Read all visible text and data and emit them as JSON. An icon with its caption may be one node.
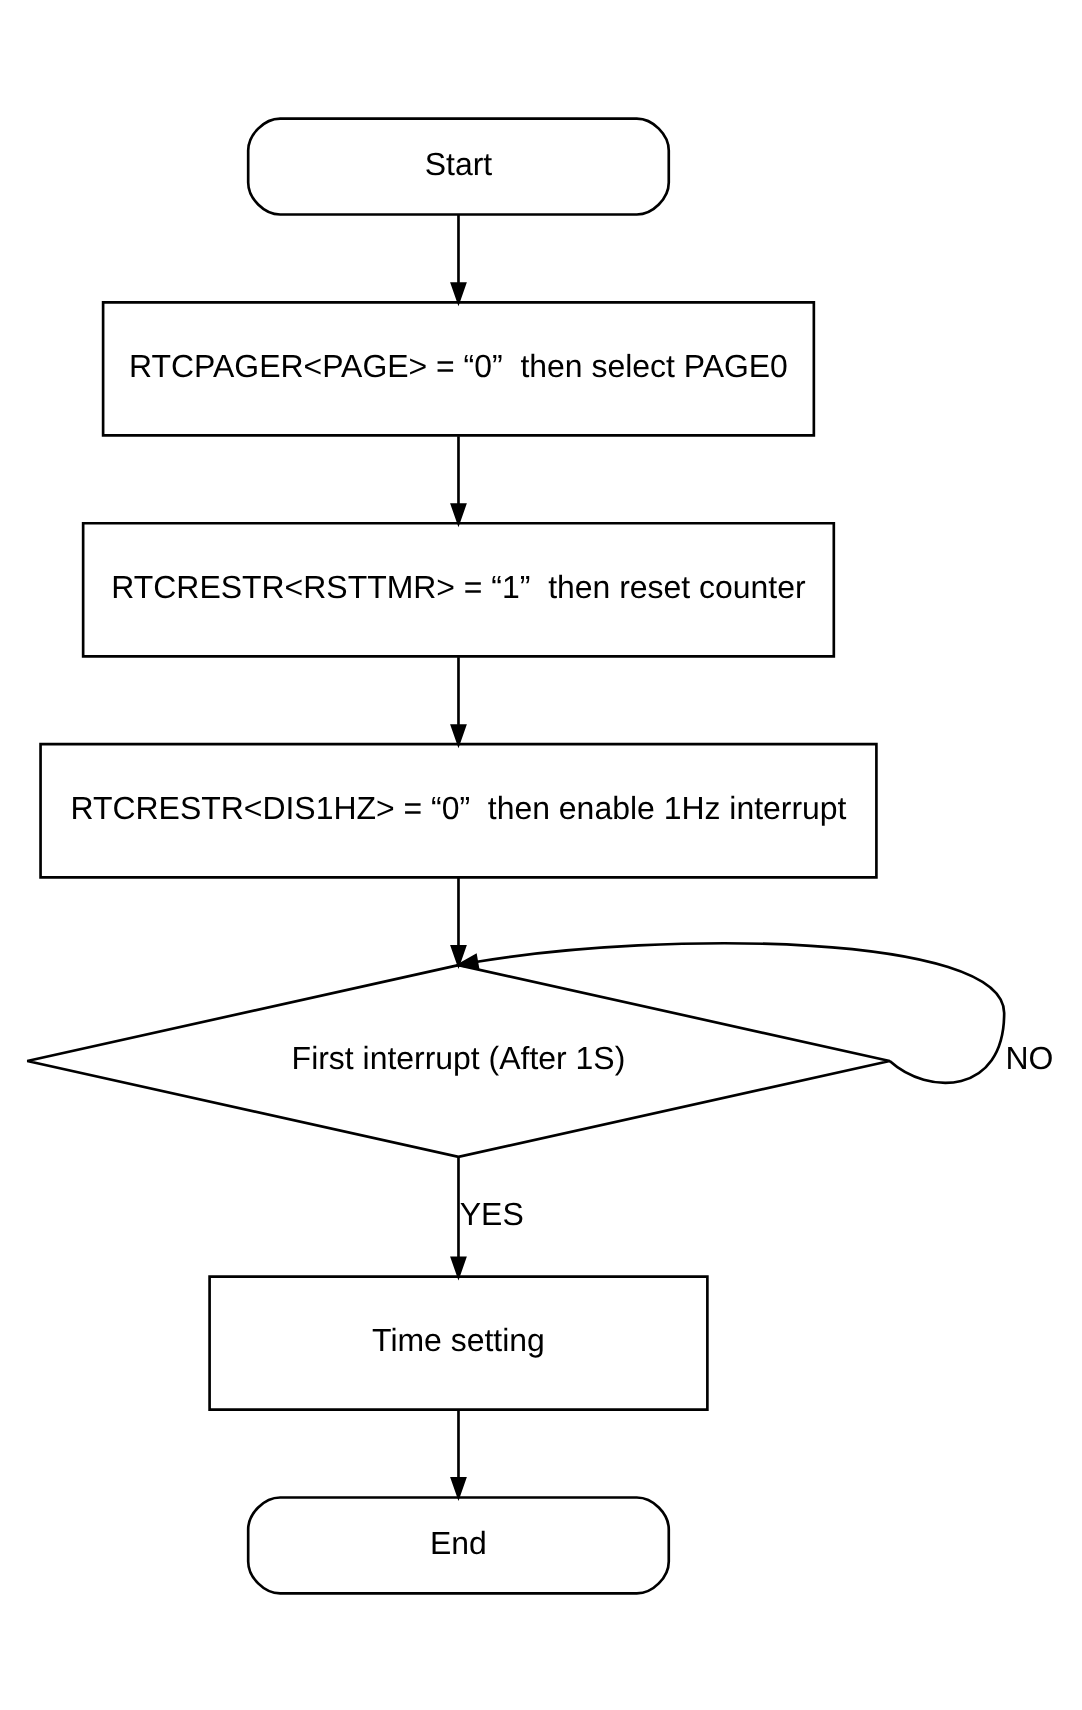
{
  "diagram": {
    "nodes": [
      {
        "text": [
          "Start"
        ]
      },
      {
        "text": [
          "RTCPAGER<PAGE> = “0”  then select PAGE0"
        ]
      },
      {
        "text": [
          "RTCRESTR<RSTTMR> = “1”  then reset counter"
        ]
      },
      {
        "text": [
          "RTCRESTR<DIS1HZ> = “0”  then enable 1Hz interrupt"
        ]
      },
      {
        "text": [
          "First interrupt (After 1S)"
        ]
      },
      {
        "text": [
          "Time setting"
        ]
      },
      {
        "text": [
          "End"
        ]
      }
    ],
    "edges": [
      {
        "from": 0,
        "to": 1,
        "arrow": "to"
      },
      {
        "from": 1,
        "to": 2,
        "arrow": "to"
      },
      {
        "from": 2,
        "to": 3,
        "arrow": "to"
      },
      {
        "from": 3,
        "to": 4,
        "arrow": "to"
      },
      {
        "from": 4,
        "to": 4,
        "arrow": "to",
        "label": "NO"
      },
      {
        "from": 4,
        "to": 5,
        "arrow": "to",
        "label": "YES"
      },
      {
        "from": 5,
        "to": 6,
        "arrow": "to"
      }
    ]
  }
}
